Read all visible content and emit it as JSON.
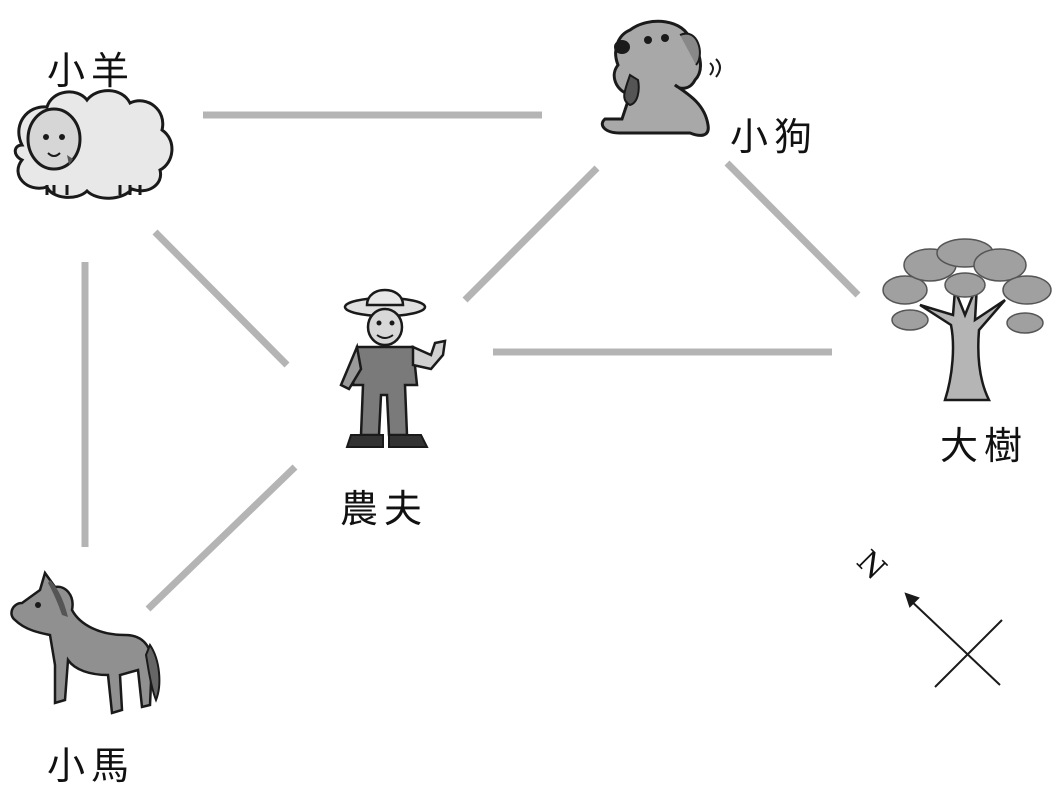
{
  "labels": {
    "sheep": "小羊",
    "dog": "小狗",
    "tree": "大樹",
    "farmer": "農夫",
    "horse": "小馬",
    "north": "N"
  },
  "icons": {
    "sheep": "sheep-icon",
    "dog": "dog-icon",
    "tree": "tree-icon",
    "farmer": "farmer-icon",
    "horse": "horse-icon",
    "compass": "compass-icon"
  },
  "colors": {
    "path": "#b4b4b4",
    "ink": "#1a1a1a",
    "figure_fill": "#9a9a9a",
    "figure_dark": "#555555"
  }
}
